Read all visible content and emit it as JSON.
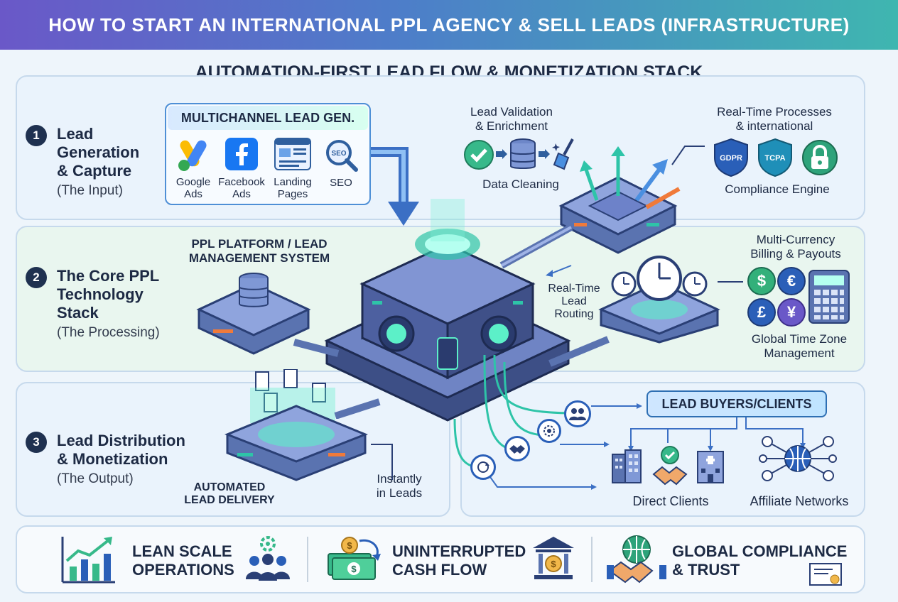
{
  "header": {
    "title": "HOW TO START AN INTERNATIONAL PPL AGENCY & SELL LEADS (INFRASTRUCTURE)"
  },
  "subtitle": "AUTOMATION-FIRST LEAD FLOW & MONETIZATION STACK",
  "section1": {
    "number": "1",
    "title_lines": [
      "Lead",
      "Generation",
      "& Capture"
    ],
    "subtitle": "(The Input)",
    "multichannel": {
      "title": "MULTICHANNEL LEAD GEN.",
      "channels": [
        {
          "icon": "google-ads-icon",
          "label_lines": [
            "Google",
            "Ads"
          ]
        },
        {
          "icon": "facebook-icon",
          "label_lines": [
            "Facebook",
            "Ads"
          ]
        },
        {
          "icon": "landing-page-icon",
          "label_lines": [
            "Landing",
            "Pages"
          ]
        },
        {
          "icon": "seo-icon",
          "label_lines": [
            "SEO"
          ]
        }
      ]
    },
    "validation": {
      "title_lines": [
        "Lead Validation",
        "& Enrichment"
      ],
      "caption": "Data Cleaning"
    },
    "compliance": {
      "title_lines": [
        "Real-Time Processes",
        "& international"
      ],
      "badges": [
        "GDPR",
        "TCPA"
      ],
      "caption": "Compliance Engine"
    }
  },
  "section2": {
    "number": "2",
    "title_lines": [
      "The Core PPL",
      "Technology",
      "Stack"
    ],
    "subtitle": "(The Processing)",
    "platform_lines": [
      "PPL PLATFORM / LEAD",
      "MANAGEMENT SYSTEM"
    ],
    "routing_lines": [
      "Real-Time",
      "Lead",
      "Routing"
    ],
    "billing_lines": [
      "Multi-Currency",
      "Billing & Payouts"
    ],
    "currencies": [
      "$",
      "€",
      "£",
      "¥"
    ],
    "timezone_lines": [
      "Global Time Zone",
      "Management"
    ]
  },
  "section3": {
    "number": "3",
    "title_lines": [
      "Lead Distribution",
      "& Monetization"
    ],
    "subtitle": "(The Output)",
    "delivery_lines": [
      "AUTOMATED",
      "LEAD DELIVERY"
    ],
    "instant_lines": [
      "Instantly",
      "in Leads"
    ],
    "buyers_label": "LEAD BUYERS/CLIENTS",
    "direct_clients": "Direct Clients",
    "affiliate_networks": "Affiliate Networks"
  },
  "benefits": [
    {
      "icon": "growth-chart-icon",
      "label_lines": [
        "LEAN SCALE",
        "OPERATIONS"
      ]
    },
    {
      "icon": "cash-flow-icon",
      "label_lines": [
        "UNINTERRUPTED",
        "CASH FLOW"
      ]
    },
    {
      "icon": "globe-handshake-icon",
      "label_lines": [
        "GLOBAL COMPLIANCE",
        "& TRUST"
      ]
    }
  ],
  "colors": {
    "banner_start": "#6a58c8",
    "banner_end": "#3fb6b0",
    "accent_blue": "#2e6fb3",
    "accent_teal": "#2ec4a8",
    "dark_navy": "#1f3150"
  }
}
